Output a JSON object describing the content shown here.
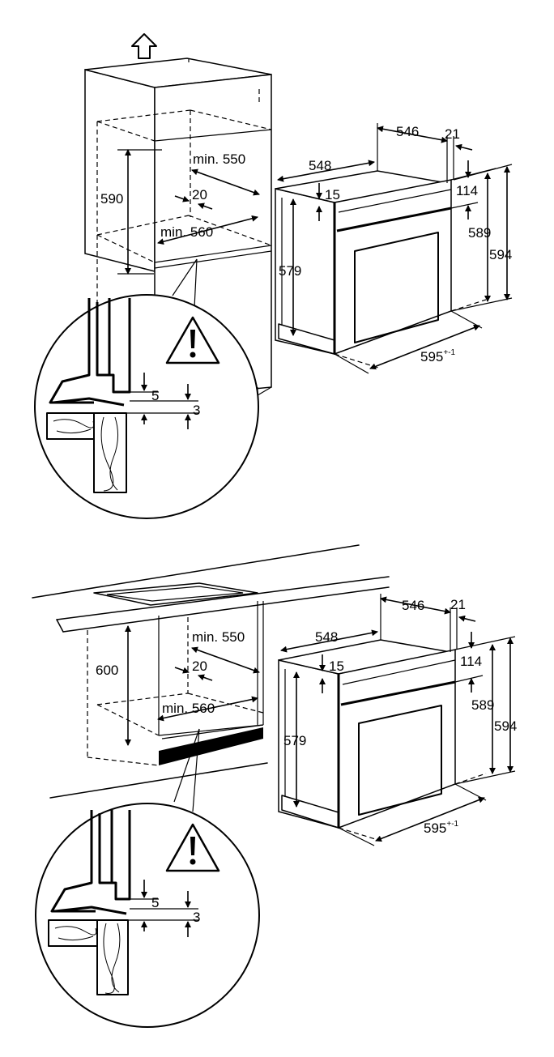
{
  "diagrams": [
    {
      "id": "column-installation",
      "cabinet": {
        "height": "590",
        "depth": "min. 550",
        "width": "min. 560",
        "gap": "20"
      },
      "oven": {
        "width": "548",
        "depth": "546",
        "door": "21",
        "top": "15",
        "panel": "114",
        "front_height": "589",
        "total_height": "594",
        "body_height": "579",
        "front_width": "595",
        "front_width_tol": "+-1"
      },
      "detail": {
        "gap_a": "5",
        "gap_b": "3"
      }
    },
    {
      "id": "undercounter-installation",
      "cabinet": {
        "height": "600",
        "depth": "min. 550",
        "width": "min. 560",
        "gap": "20"
      },
      "oven": {
        "width": "548",
        "depth": "546",
        "door": "21",
        "top": "15",
        "panel": "114",
        "front_height": "589",
        "total_height": "594",
        "body_height": "579",
        "front_width": "595",
        "front_width_tol": "+-1"
      },
      "detail": {
        "gap_a": "5",
        "gap_b": "3"
      }
    }
  ],
  "icons": {
    "upward_arrow": "arrow-up-icon",
    "warning": "warning-icon"
  }
}
